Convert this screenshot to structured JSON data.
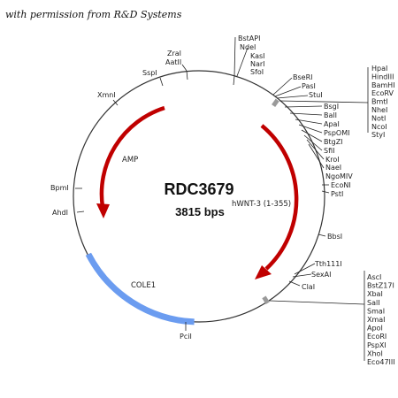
{
  "credit": "with permission from R&D Systems",
  "plasmid": {
    "name": "RDC3679",
    "size": "3815 bps"
  },
  "features": {
    "amp": "AMP",
    "cole1": "COLE1",
    "insert": "hWNT-3 (1-355)"
  },
  "colors": {
    "arrow": "#c00000",
    "cole1_bar": "#6b9cf0",
    "marker": "#9a9a9a",
    "circle": "#333333"
  },
  "sites": {
    "bstapi": "BstAPI",
    "ndei": "NdeI",
    "kasi": "KasI",
    "nari": "NarI",
    "sfoi": "SfoI",
    "zrai": "ZraI",
    "aatii": "AatII",
    "sspi": "SspI",
    "xmni": "XmnI",
    "bseri": "BseRI",
    "pasi": "PasI",
    "stui": "StuI",
    "bsgi": "BsgI",
    "bali": "BalI",
    "apai": "ApaI",
    "pspomi": "PspOMI",
    "btgzi": "BtgZI",
    "sfii": "SfiI",
    "kroi": "KroI",
    "naei": "NaeI",
    "ngomiv": "NgoMIV",
    "econi": "EcoNI",
    "psti": "PstI",
    "bbsi": "BbsI",
    "tth111i": "Tth111I",
    "sexai": "SexAI",
    "clai": "ClaI",
    "pcii": "PciI",
    "ahdi": "AhdI",
    "bpmi": "BpmI"
  },
  "mcs_top": [
    "HpaI",
    "HindIII",
    "BamHI",
    "EcoRV",
    "BmtI",
    "NheI",
    "NotI",
    "NcoI",
    "StyI"
  ],
  "mcs_bottom": [
    "AscI",
    "BstZ17I",
    "XbaI",
    "SalI",
    "SmaI",
    "XmaI",
    "ApoI",
    "EcoRI",
    "PspXI",
    "XhoI",
    "Eco47III"
  ]
}
